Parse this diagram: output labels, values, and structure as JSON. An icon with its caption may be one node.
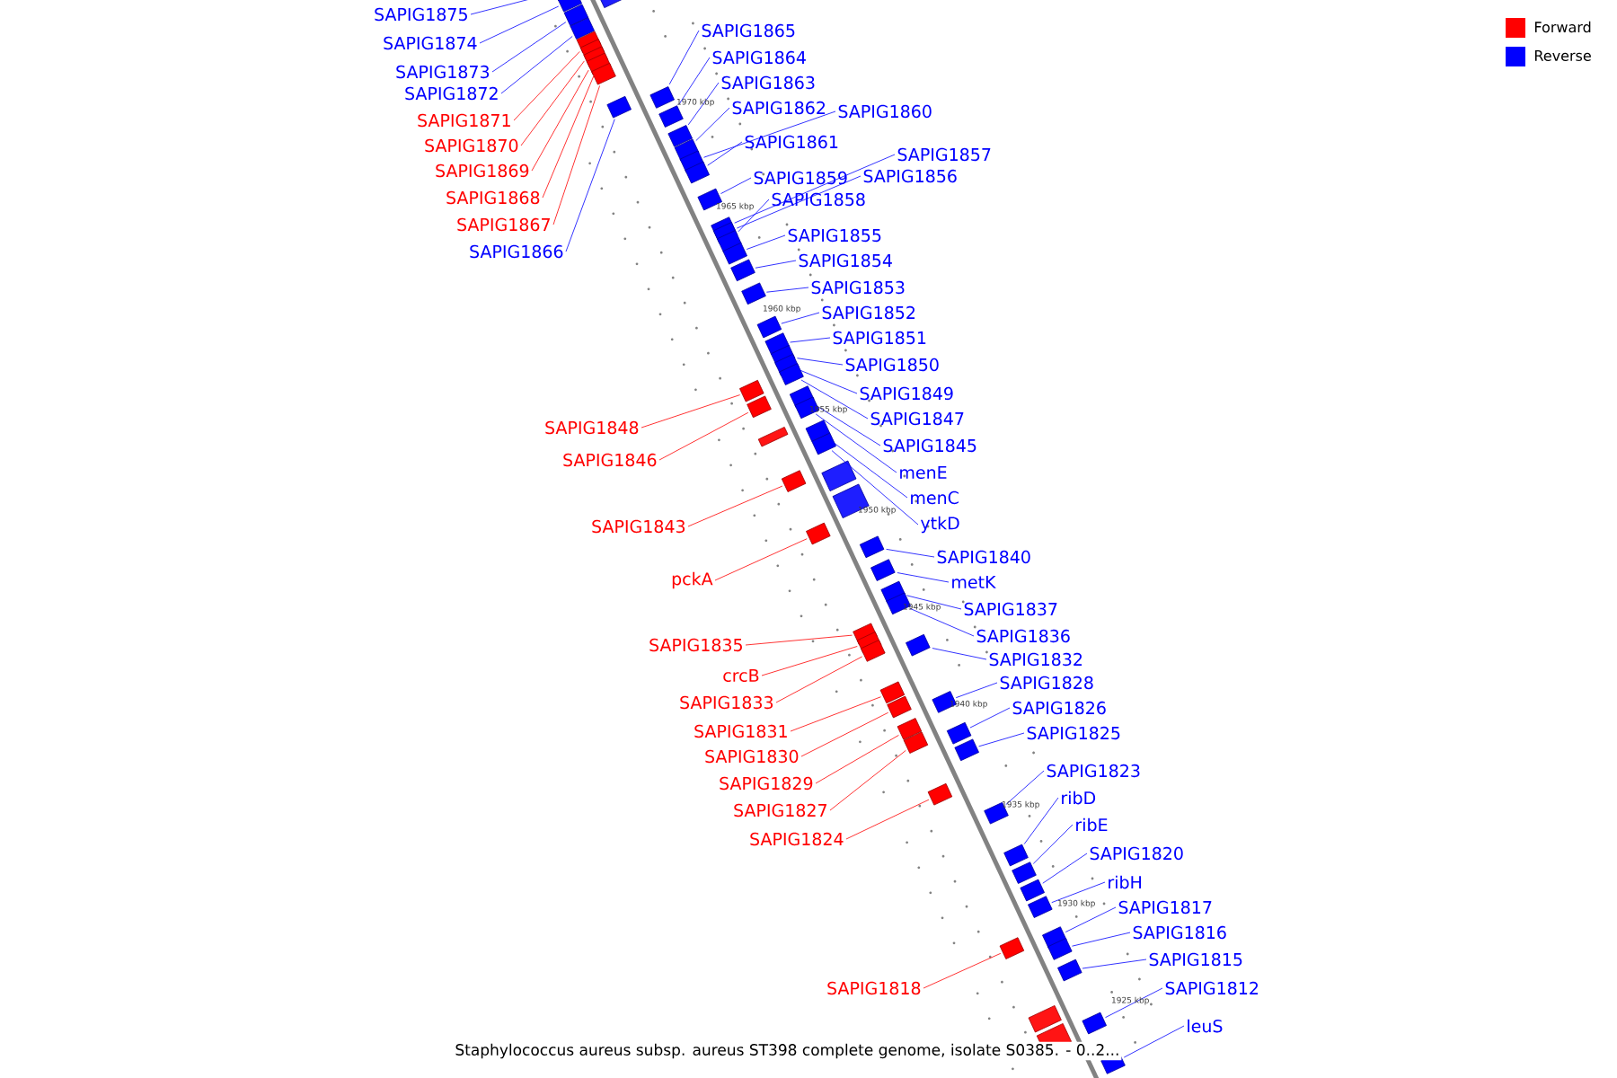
{
  "diagram": {
    "caption": "Staphylococcus aureus subsp. aureus ST398 complete genome, isolate S0385. - 0..2...",
    "nodes": [
      {
        "text": [
          "SAPIG1875"
        ]
      },
      {
        "text": [
          "SAPIG1865"
        ]
      },
      {
        "text": [
          "SAPIG1874"
        ]
      },
      {
        "text": [
          "SAPIG1864"
        ]
      },
      {
        "text": [
          "SAPIG1873"
        ]
      },
      {
        "text": [
          "SAPIG1863"
        ]
      },
      {
        "text": [
          "SAPIG1872"
        ]
      },
      {
        "text": [
          "SAPIG1862"
        ]
      },
      {
        "text": [
          "SAPIG1860"
        ]
      },
      {
        "text": [
          "SAPIG1871"
        ]
      },
      {
        "text": [
          "SAPIG1861"
        ]
      },
      {
        "text": [
          "SAPIG1870"
        ]
      },
      {
        "text": [
          "SAPIG1857"
        ]
      },
      {
        "text": [
          "SAPIG1869"
        ]
      },
      {
        "text": [
          "SAPIG1859"
        ]
      },
      {
        "text": [
          "SAPIG1856"
        ]
      },
      {
        "text": [
          "SAPIG1868"
        ]
      },
      {
        "text": [
          "SAPIG1858"
        ]
      },
      {
        "text": [
          "SAPIG1867"
        ]
      },
      {
        "text": [
          "SAPIG1855"
        ]
      },
      {
        "text": [
          "SAPIG1866"
        ]
      },
      {
        "text": [
          "SAPIG1854"
        ]
      },
      {
        "text": [
          "SAPIG1853"
        ]
      },
      {
        "text": [
          "SAPIG1852"
        ]
      },
      {
        "text": [
          "SAPIG1851"
        ]
      },
      {
        "text": [
          "SAPIG1850"
        ]
      },
      {
        "text": [
          "SAPIG1849"
        ]
      },
      {
        "text": [
          "SAPIG1847"
        ]
      },
      {
        "text": [
          "SAPIG1848"
        ]
      },
      {
        "text": [
          "SAPIG1845"
        ]
      },
      {
        "text": [
          "SAPIG1846"
        ]
      },
      {
        "text": [
          "menE"
        ]
      },
      {
        "text": [
          "menC"
        ]
      },
      {
        "text": [
          "ytkD"
        ]
      },
      {
        "text": [
          "SAPIG1843"
        ]
      },
      {
        "text": [
          "SAPIG1840"
        ]
      },
      {
        "text": [
          "pckA"
        ]
      },
      {
        "text": [
          "metK"
        ]
      },
      {
        "text": [
          "SAPIG1837"
        ]
      },
      {
        "text": [
          "SAPIG1836"
        ]
      },
      {
        "text": [
          "SAPIG1835"
        ]
      },
      {
        "text": [
          "SAPIG1832"
        ]
      },
      {
        "text": [
          "crcB"
        ]
      },
      {
        "text": [
          "SAPIG1828"
        ]
      },
      {
        "text": [
          "SAPIG1833"
        ]
      },
      {
        "text": [
          "SAPIG1826"
        ]
      },
      {
        "text": [
          "SAPIG1831"
        ]
      },
      {
        "text": [
          "SAPIG1825"
        ]
      },
      {
        "text": [
          "SAPIG1830"
        ]
      },
      {
        "text": [
          "SAPIG1823"
        ]
      },
      {
        "text": [
          "SAPIG1829"
        ]
      },
      {
        "text": [
          "ribD"
        ]
      },
      {
        "text": [
          "SAPIG1827"
        ]
      },
      {
        "text": [
          "ribE"
        ]
      },
      {
        "text": [
          "SAPIG1824"
        ]
      },
      {
        "text": [
          "SAPIG1820"
        ]
      },
      {
        "text": [
          "ribH"
        ]
      },
      {
        "text": [
          "SAPIG1817"
        ]
      },
      {
        "text": [
          "SAPIG1816"
        ]
      },
      {
        "text": [
          "SAPIG1815"
        ]
      },
      {
        "text": [
          "SAPIG1818"
        ]
      },
      {
        "text": [
          "SAPIG1812"
        ]
      },
      {
        "text": [
          "leuS"
        ]
      },
      {
        "text": [],
        "shape": "box"
      },
      {
        "text": [],
        "shape": "box"
      },
      {
        "text": [],
        "shape": "box"
      },
      {
        "text": [],
        "shape": "box"
      },
      {
        "text": [],
        "shape": "box"
      },
      {
        "text": [],
        "shape": "box"
      },
      {
        "text": [],
        "shape": "box"
      },
      {
        "text": [],
        "shape": "box"
      },
      {
        "text": [],
        "shape": "box"
      },
      {
        "text": [],
        "shape": "box"
      },
      {
        "text": [],
        "shape": "box"
      },
      {
        "text": [],
        "shape": "box"
      },
      {
        "text": [],
        "shape": "box"
      },
      {
        "text": [],
        "shape": "box"
      },
      {
        "text": [],
        "shape": "box"
      },
      {
        "text": [],
        "shape": "box"
      },
      {
        "text": [],
        "shape": "box"
      },
      {
        "text": [],
        "shape": "box"
      },
      {
        "text": [],
        "shape": "box"
      },
      {
        "text": [],
        "shape": "box"
      },
      {
        "text": [],
        "shape": "box"
      },
      {
        "text": [],
        "shape": "box"
      },
      {
        "text": [],
        "shape": "box"
      },
      {
        "text": [],
        "shape": "box"
      },
      {
        "text": [],
        "shape": "box"
      },
      {
        "text": [],
        "shape": "box"
      },
      {
        "text": [],
        "shape": "box"
      },
      {
        "text": [],
        "shape": "box"
      },
      {
        "text": [],
        "shape": "box"
      },
      {
        "text": [],
        "shape": "box"
      },
      {
        "text": [],
        "shape": "box"
      },
      {
        "text": [],
        "shape": "box"
      },
      {
        "text": [],
        "shape": "box"
      },
      {
        "text": [],
        "shape": "box"
      },
      {
        "text": [],
        "shape": "box"
      },
      {
        "text": [],
        "shape": "box"
      },
      {
        "text": [],
        "shape": "box"
      },
      {
        "text": [],
        "shape": "box"
      },
      {
        "text": [],
        "shape": "box"
      },
      {
        "text": [],
        "shape": "box"
      },
      {
        "text": [],
        "shape": "box"
      },
      {
        "text": [],
        "shape": "box"
      },
      {
        "text": [],
        "shape": "box"
      },
      {
        "text": [],
        "shape": "box"
      },
      {
        "text": [],
        "shape": "box"
      },
      {
        "text": [],
        "shape": "box"
      },
      {
        "text": [],
        "shape": "box"
      },
      {
        "text": [],
        "shape": "box"
      },
      {
        "text": [],
        "shape": "box"
      },
      {
        "text": [],
        "shape": "box"
      },
      {
        "text": [],
        "shape": "box"
      },
      {
        "text": [],
        "shape": "box"
      },
      {
        "text": [],
        "shape": "box"
      },
      {
        "text": [],
        "shape": "box"
      },
      {
        "text": [],
        "shape": "box"
      },
      {
        "text": [],
        "shape": "box"
      },
      {
        "text": [],
        "shape": "box"
      },
      {
        "text": [],
        "shape": "box"
      },
      {
        "text": [],
        "shape": "box"
      },
      {
        "text": [],
        "shape": "box"
      },
      {
        "text": [],
        "shape": "box"
      },
      {
        "text": [],
        "shape": "box"
      },
      {
        "text": [],
        "shape": "box"
      }
    ],
    "edges": [
      {
        "from": 0,
        "to": 63,
        "arrow": "none"
      },
      {
        "from": 1,
        "to": 64,
        "arrow": "none"
      },
      {
        "from": 2,
        "to": 65,
        "arrow": "none"
      },
      {
        "from": 3,
        "to": 66,
        "arrow": "none"
      },
      {
        "from": 4,
        "to": 67,
        "arrow": "none"
      },
      {
        "from": 5,
        "to": 68,
        "arrow": "none"
      },
      {
        "from": 6,
        "to": 69,
        "arrow": "none"
      },
      {
        "from": 7,
        "to": 70,
        "arrow": "none"
      },
      {
        "from": 8,
        "to": 71,
        "arrow": "none"
      },
      {
        "from": 9,
        "to": 72,
        "arrow": "none",
        "color": "#ff0000"
      },
      {
        "from": 10,
        "to": 73,
        "arrow": "none"
      },
      {
        "from": 11,
        "to": 74,
        "arrow": "none",
        "color": "#ff0000"
      },
      {
        "from": 12,
        "to": 75,
        "arrow": "none"
      },
      {
        "from": 13,
        "to": 76,
        "arrow": "none",
        "color": "#ff0000"
      },
      {
        "from": 14,
        "to": 77,
        "arrow": "none"
      },
      {
        "from": 15,
        "to": 78,
        "arrow": "none"
      },
      {
        "from": 16,
        "to": 79,
        "arrow": "none",
        "color": "#ff0000"
      },
      {
        "from": 17,
        "to": 80,
        "arrow": "none"
      },
      {
        "from": 18,
        "to": 81,
        "arrow": "none",
        "color": "#ff0000"
      },
      {
        "from": 19,
        "to": 82,
        "arrow": "none"
      },
      {
        "from": 20,
        "to": 83,
        "arrow": "none"
      },
      {
        "from": 21,
        "to": 84,
        "arrow": "none"
      },
      {
        "from": 22,
        "to": 85,
        "arrow": "none"
      },
      {
        "from": 23,
        "to": 86,
        "arrow": "none"
      },
      {
        "from": 24,
        "to": 87,
        "arrow": "none"
      },
      {
        "from": 25,
        "to": 88,
        "arrow": "none"
      },
      {
        "from": 26,
        "to": 89,
        "arrow": "none"
      },
      {
        "from": 27,
        "to": 90,
        "arrow": "none"
      },
      {
        "from": 28,
        "to": 91,
        "arrow": "none",
        "color": "#ff0000"
      },
      {
        "from": 29,
        "to": 92,
        "arrow": "none"
      },
      {
        "from": 30,
        "to": 93,
        "arrow": "none",
        "color": "#ff0000"
      },
      {
        "from": 31,
        "to": 94,
        "arrow": "none"
      },
      {
        "from": 32,
        "to": 95,
        "arrow": "none"
      },
      {
        "from": 33,
        "to": 96,
        "arrow": "none"
      },
      {
        "from": 34,
        "to": 97,
        "arrow": "none",
        "color": "#ff0000"
      },
      {
        "from": 35,
        "to": 98,
        "arrow": "none"
      },
      {
        "from": 36,
        "to": 99,
        "arrow": "none",
        "color": "#ff0000"
      },
      {
        "from": 37,
        "to": 100,
        "arrow": "none"
      },
      {
        "from": 38,
        "to": 101,
        "arrow": "none"
      },
      {
        "from": 39,
        "to": 102,
        "arrow": "none"
      },
      {
        "from": 40,
        "to": 103,
        "arrow": "none",
        "color": "#ff0000"
      },
      {
        "from": 41,
        "to": 104,
        "arrow": "none"
      },
      {
        "from": 42,
        "to": 105,
        "arrow": "none",
        "color": "#ff0000"
      },
      {
        "from": 43,
        "to": 106,
        "arrow": "none"
      },
      {
        "from": 44,
        "to": 107,
        "arrow": "none",
        "color": "#ff0000"
      },
      {
        "from": 45,
        "to": 108,
        "arrow": "none"
      },
      {
        "from": 46,
        "to": 109,
        "arrow": "none",
        "color": "#ff0000"
      },
      {
        "from": 47,
        "to": 110,
        "arrow": "none"
      },
      {
        "from": 48,
        "to": 111,
        "arrow": "none",
        "color": "#ff0000"
      },
      {
        "from": 49,
        "to": 112,
        "arrow": "none"
      },
      {
        "from": 50,
        "to": 113,
        "arrow": "none",
        "color": "#ff0000"
      },
      {
        "from": 51,
        "to": 114,
        "arrow": "none"
      },
      {
        "from": 52,
        "to": 115,
        "arrow": "none",
        "color": "#ff0000"
      },
      {
        "from": 53,
        "to": 116,
        "arrow": "none"
      },
      {
        "from": 54,
        "to": 117,
        "arrow": "none",
        "color": "#ff0000"
      },
      {
        "from": 55,
        "to": 118,
        "arrow": "none"
      },
      {
        "from": 56,
        "to": 119,
        "arrow": "none"
      },
      {
        "from": 57,
        "to": 120,
        "arrow": "none"
      },
      {
        "from": 58,
        "to": 121,
        "arrow": "none"
      },
      {
        "from": 59,
        "to": 122,
        "arrow": "none"
      },
      {
        "from": 60,
        "to": 123,
        "arrow": "none",
        "color": "#ff0000"
      },
      {
        "from": 61,
        "to": 124,
        "arrow": "none"
      },
      {
        "from": 62,
        "to": 125,
        "arrow": "none"
      }
    ],
    "labels": [
      "1970 kbp",
      "1965 kbp",
      "1960 kbp",
      "1955 kbp",
      "1950 kbp",
      "1945 kbp",
      "1940 kbp",
      "1935 kbp",
      "1930 kbp",
      "1925 kbp"
    ],
    "legend": [
      {
        "text": "Forward",
        "color": "#ff0000"
      },
      {
        "text": "Reverse",
        "color": "#0000ff"
      }
    ]
  }
}
